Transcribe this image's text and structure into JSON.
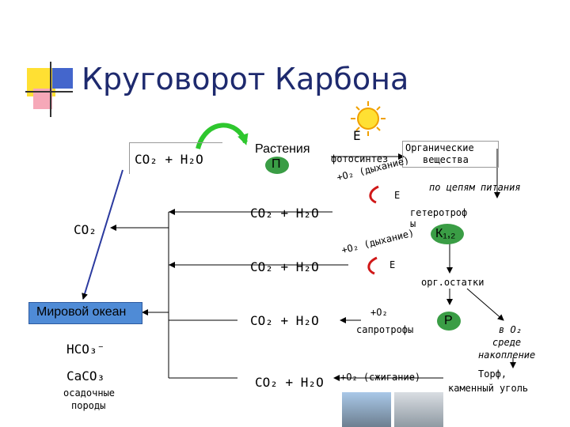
{
  "title": "Круговорот Карбона",
  "left": {
    "co2_h2o": "CO₂ + H₂O",
    "co2": "CO₂",
    "ocean": "Мировой океан",
    "hco3": "HCO₃⁻",
    "caco3": "CaCO₃",
    "sediments_line1": "осадочные",
    "sediments_line2": "породы"
  },
  "plants": {
    "label": "Растения",
    "code": "П"
  },
  "energy": "Е",
  "photosynthesis": "фотосинтез",
  "organic": {
    "line1": "Органические",
    "line2": "вещества"
  },
  "respiration1": "+O₂ (дыхание)",
  "respiration2": "+O₂ (дыхание)",
  "food_chains": "по цепям питания",
  "heterotrophs": {
    "line1": "гетеротроф",
    "line2": "ы",
    "code": "К₁,₂"
  },
  "co2_lines": [
    "CO₂ + H₂O",
    "CO₂ + H₂O",
    "CO₂ + H₂O",
    "CO₂ + H₂O"
  ],
  "org_remains": "орг.остатки",
  "saprotrophs": {
    "o2": "+O₂",
    "label": "сапротрофы",
    "code": "Р"
  },
  "no_o2": {
    "line1": "в O₂",
    "line2": "среде",
    "line3": "накопление"
  },
  "combustion": "+O₂ (сжигание)",
  "peat": {
    "line1": "Торф,",
    "line2": "каменный уголь"
  },
  "colors": {
    "title": "#1e2a6e",
    "accent_yellow": "#ffe033",
    "accent_blue": "#4466cc",
    "ocean_fill": "#4f8bd6",
    "green_circle": "#3a9d45",
    "green_arrow": "#2ec72e",
    "red_arrow": "#d01818",
    "line": "#000000"
  }
}
